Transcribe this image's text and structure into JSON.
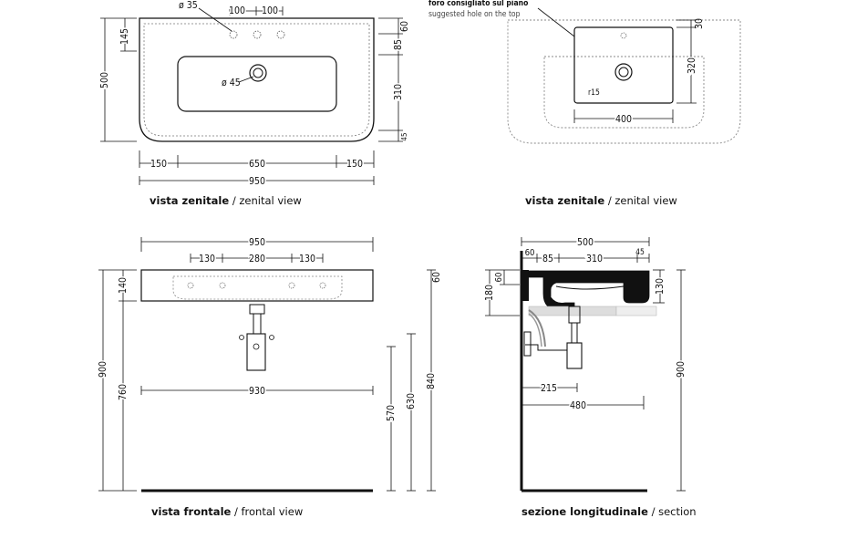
{
  "views": {
    "top_left": {
      "caption_it": "vista zenitale",
      "caption_en": "zenital view",
      "dims": {
        "hole_diam": "ø 35",
        "tap_spacing_a": "100",
        "tap_spacing_b": "100",
        "depth_total": "500",
        "back_to_holes": "145",
        "rim": "60",
        "rim_to_bowl": "85",
        "bowl_depth": "310",
        "front_rim": "45",
        "drain_diam": "ø 45",
        "left_margin": "150",
        "bowl_width": "650",
        "right_margin": "150",
        "total_width": "950"
      }
    },
    "top_right": {
      "caption_it": "vista zenitale",
      "caption_en": "zenital view",
      "note_it": "foro consigliato sul piano",
      "note_en": "suggested hole on the top",
      "dims": {
        "offset_top": "30",
        "hole_depth": "320",
        "radius": "r15",
        "hole_width": "400"
      }
    },
    "front": {
      "caption_it": "vista frontale",
      "caption_en": "frontal view",
      "dims": {
        "total_width": "950",
        "hole_a": "130",
        "hole_b": "280",
        "hole_c": "130",
        "height": "140",
        "total_floor": "900",
        "floor_to_bottom": "760",
        "drain_width": "930",
        "top_thickness": "60",
        "floor_to_top": "840",
        "floor_630": "630",
        "floor_570": "570"
      }
    },
    "section": {
      "caption_it": "sezione longitudinale",
      "caption_en": "section",
      "dims": {
        "depth_total": "500",
        "wall": "60",
        "rim_back": "85",
        "bowl": "310",
        "front": "45",
        "rim_60": "60",
        "height_180": "180",
        "bowl_depth": "130",
        "siphon_x": "215",
        "siphon_480": "480",
        "floor_900": "900"
      }
    }
  }
}
